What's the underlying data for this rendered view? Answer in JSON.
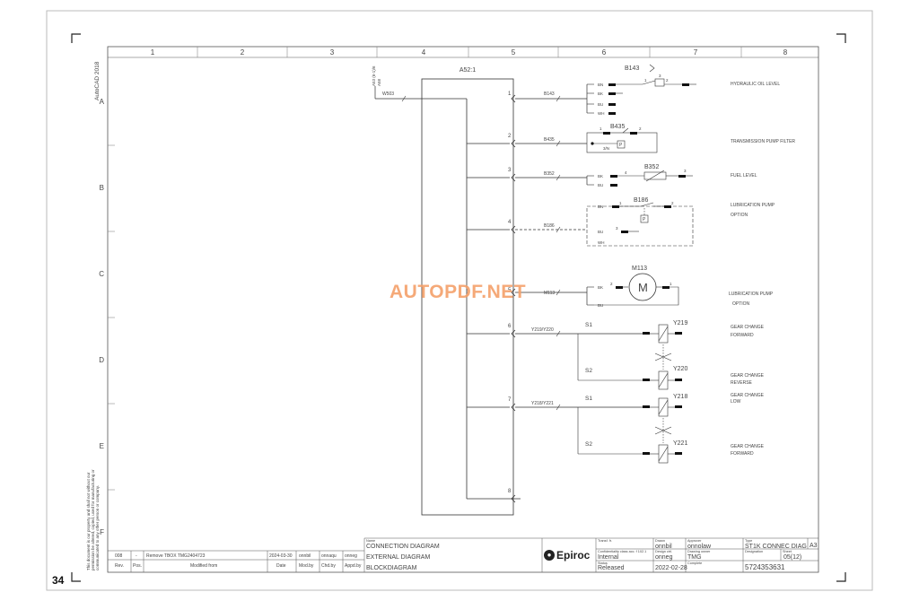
{
  "watermark": "AUTOPDF.NET",
  "page_number": "34",
  "cad_label": "AutoCAD 2018",
  "copyright_note": [
    "This document is our property and shall not without our",
    "permission be altered, copied, used for manufacturing or",
    "communicated to any other person or company."
  ],
  "grid": {
    "columns": [
      "1",
      "2",
      "3",
      "4",
      "5",
      "6",
      "7",
      "8"
    ],
    "rows": [
      "A",
      "B",
      "C",
      "D",
      "E",
      "F"
    ]
  },
  "module": {
    "name": "A52:1",
    "left_wire": "W503",
    "left_ref": [
      "A53 (6-1)/6",
      "A58"
    ],
    "pins": [
      "1",
      "2",
      "3",
      "4",
      "5",
      "6",
      "7",
      "8"
    ]
  },
  "wire_labels": [
    "B143",
    "B435",
    "B352",
    "B186",
    "M113",
    "Y219/Y220",
    "Y218/Y221"
  ],
  "components": {
    "b143": {
      "name": "B143",
      "pins": [
        "1",
        "2",
        "3"
      ],
      "wires": [
        "BN",
        "BK",
        "BU",
        "WH"
      ],
      "desc": "HYDRAULIC OIL LEVEL"
    },
    "b435": {
      "name": "B435",
      "pins": [
        "1",
        "2"
      ],
      "terminal": "3/N",
      "symbol": "P",
      "desc": "TRANSMISSION PUMP FILTER"
    },
    "b352": {
      "name": "B352",
      "pins": [
        "4",
        "3"
      ],
      "wires": [
        "BK",
        "BU"
      ],
      "desc": "FUEL LEVEL"
    },
    "b186": {
      "name": "B186",
      "pins": [
        "1",
        "2",
        "3"
      ],
      "wires": [
        "BN",
        "BU",
        "WH"
      ],
      "symbol": "P",
      "desc": [
        "LUBRICATION PUMP",
        "OPTION"
      ]
    },
    "m113": {
      "name": "M113",
      "pins": [
        "2",
        "1"
      ],
      "wires": [
        "BK",
        "BU"
      ],
      "symbol": "M",
      "desc": [
        "LUBRICATION PUMP",
        "OPTION"
      ]
    },
    "y219": {
      "name": "Y219",
      "switch": "S1",
      "desc": [
        "GEAR CHANGE",
        "FORWARD"
      ]
    },
    "y220": {
      "name": "Y220",
      "switch": "S2",
      "desc": [
        "GEAR CHANGE",
        "REVERSE"
      ]
    },
    "y218": {
      "name": "Y218",
      "switch": "S1",
      "desc": [
        "GEAR CHANGE",
        "LOW"
      ]
    },
    "y221": {
      "name": "Y221",
      "switch": "S2",
      "desc": [
        "GEAR CHANGE",
        "FORWARD"
      ]
    }
  },
  "revision_row": {
    "rev": "008",
    "pos": "-",
    "mod": "Remove TBOX  TMG2404723",
    "date": "2024-03-30",
    "modby": "onnbil",
    "chdby": "onnaqu",
    "appdby": "onneg"
  },
  "revision_headers": {
    "rev": "Rev.",
    "pos": "Pos.",
    "mod": "Modified from",
    "date": "Date",
    "modby": "Mod.by",
    "chdby": "Chd.by",
    "appdby": "Appd.by"
  },
  "title_block": {
    "name_label": "Name",
    "name_lines": [
      "CONNECTION DIAGRAM",
      "EXTERNAL DIAGRAM",
      "BLOCKDIAGRAM"
    ],
    "logo": "Epiroc",
    "transfer_label": "Transf. fr.",
    "conf_label": "Confidentiality class acc. f 102.1",
    "conf_value": "Internal",
    "status_label": "Status",
    "status_value": "Released",
    "drawn_label": "Drawn",
    "drawn_value": "onnbil",
    "design_label": "Design ctrl.",
    "design_value": "onneg",
    "date_value": "2022-02-28",
    "approver_label": "Approver",
    "approver_value": "onnolaw",
    "drawing_owner_label": "Drawing owner",
    "drawing_owner_value": "TMG",
    "complete_label": "Complete",
    "type_label": "Type",
    "type_value": "ST1K CONNEC DIAG",
    "size": "A3",
    "designation_label": "Designation",
    "sheet_label": "Sheet",
    "sheet_value": "05(12)",
    "number": "5724353631"
  },
  "colors": {
    "line": "#333333",
    "grid": "#777777",
    "watermark": "#f4a06a"
  }
}
